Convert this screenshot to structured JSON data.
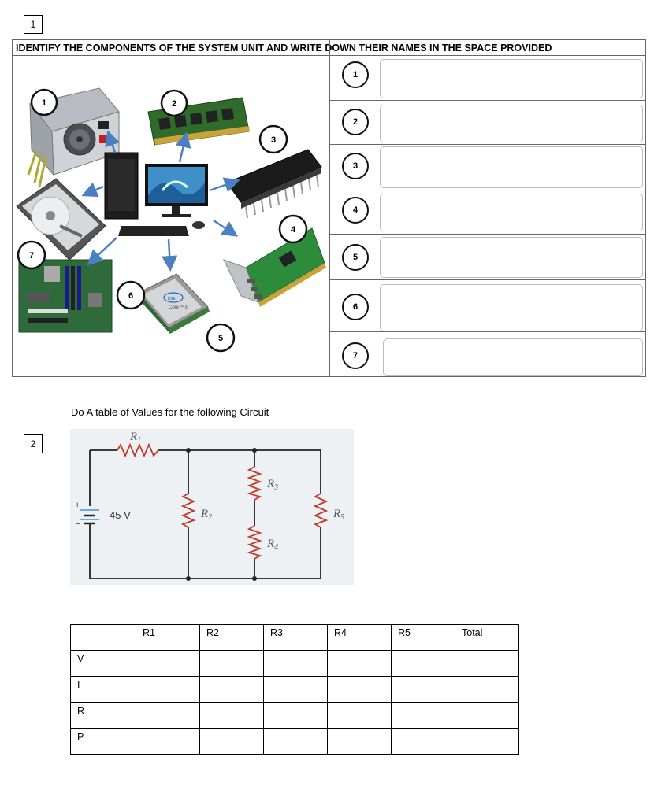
{
  "question1": {
    "number": "1",
    "title": "IDENTIFY THE COMPONENTS OF THE SYSTEM UNIT AND WRITE DOWN THEIR NAMES IN THE SPACE PROVIDED",
    "image_labels": [
      "1",
      "2",
      "3",
      "4",
      "5",
      "6",
      "7"
    ],
    "cpu_brand": "intel",
    "cpu_model": "Core™ i5",
    "answer_labels": [
      "1",
      "2",
      "3",
      "4",
      "5",
      "6",
      "7"
    ]
  },
  "question2": {
    "number": "2",
    "heading": "Do A table of Values for the following Circuit",
    "circuit": {
      "source": "45 V",
      "r1": "R",
      "r1_sub": "1",
      "r2": "R",
      "r2_sub": "2",
      "r3": "R",
      "r3_sub": "3",
      "r4": "R",
      "r4_sub": "4",
      "r5": "R",
      "r5_sub": "5",
      "plus": "+",
      "minus": "−"
    },
    "table": {
      "headers": [
        "",
        "R1",
        "R2",
        "R3",
        "R4",
        "R5",
        "Total"
      ],
      "rows": [
        "V",
        "I",
        "R",
        "P"
      ]
    }
  },
  "colors": {
    "arrow": "#4a7fc1",
    "resistor": "#c0392b",
    "wire": "#222222",
    "circuit_bg": "#eef1f4"
  }
}
